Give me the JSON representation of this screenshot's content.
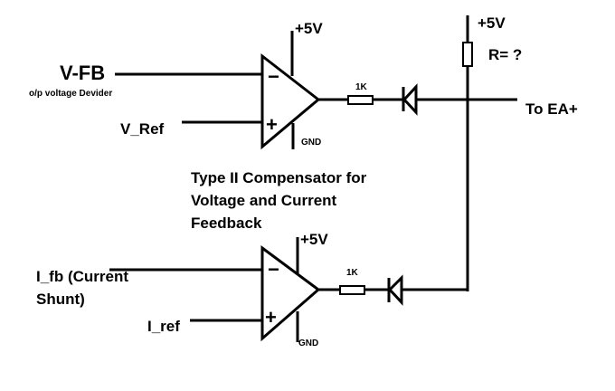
{
  "diagram": {
    "title_lines": [
      "Type II Compensator for",
      "Voltage and Current",
      "Feedback"
    ],
    "top_opamp": {
      "inverting_input_label": "V-FB",
      "inverting_input_sublabel": "o/p voltage Devider",
      "noninverting_input_label": "V_Ref",
      "supply_label": "+5V",
      "ground_label": "GND",
      "minus_sign": "−",
      "plus_sign": "+",
      "output_resistor_label": "1K"
    },
    "bottom_opamp": {
      "inverting_input_label_line1": "I_fb (Current",
      "inverting_input_label_line2": "Shunt)",
      "noninverting_input_label": "I_ref",
      "supply_label": "+5V",
      "ground_label": "GND",
      "minus_sign": "−",
      "plus_sign": "+",
      "output_resistor_label": "1K"
    },
    "pullup": {
      "supply_label": "+5V",
      "resistor_label": "R= ?"
    },
    "output_label": "To EA+"
  }
}
